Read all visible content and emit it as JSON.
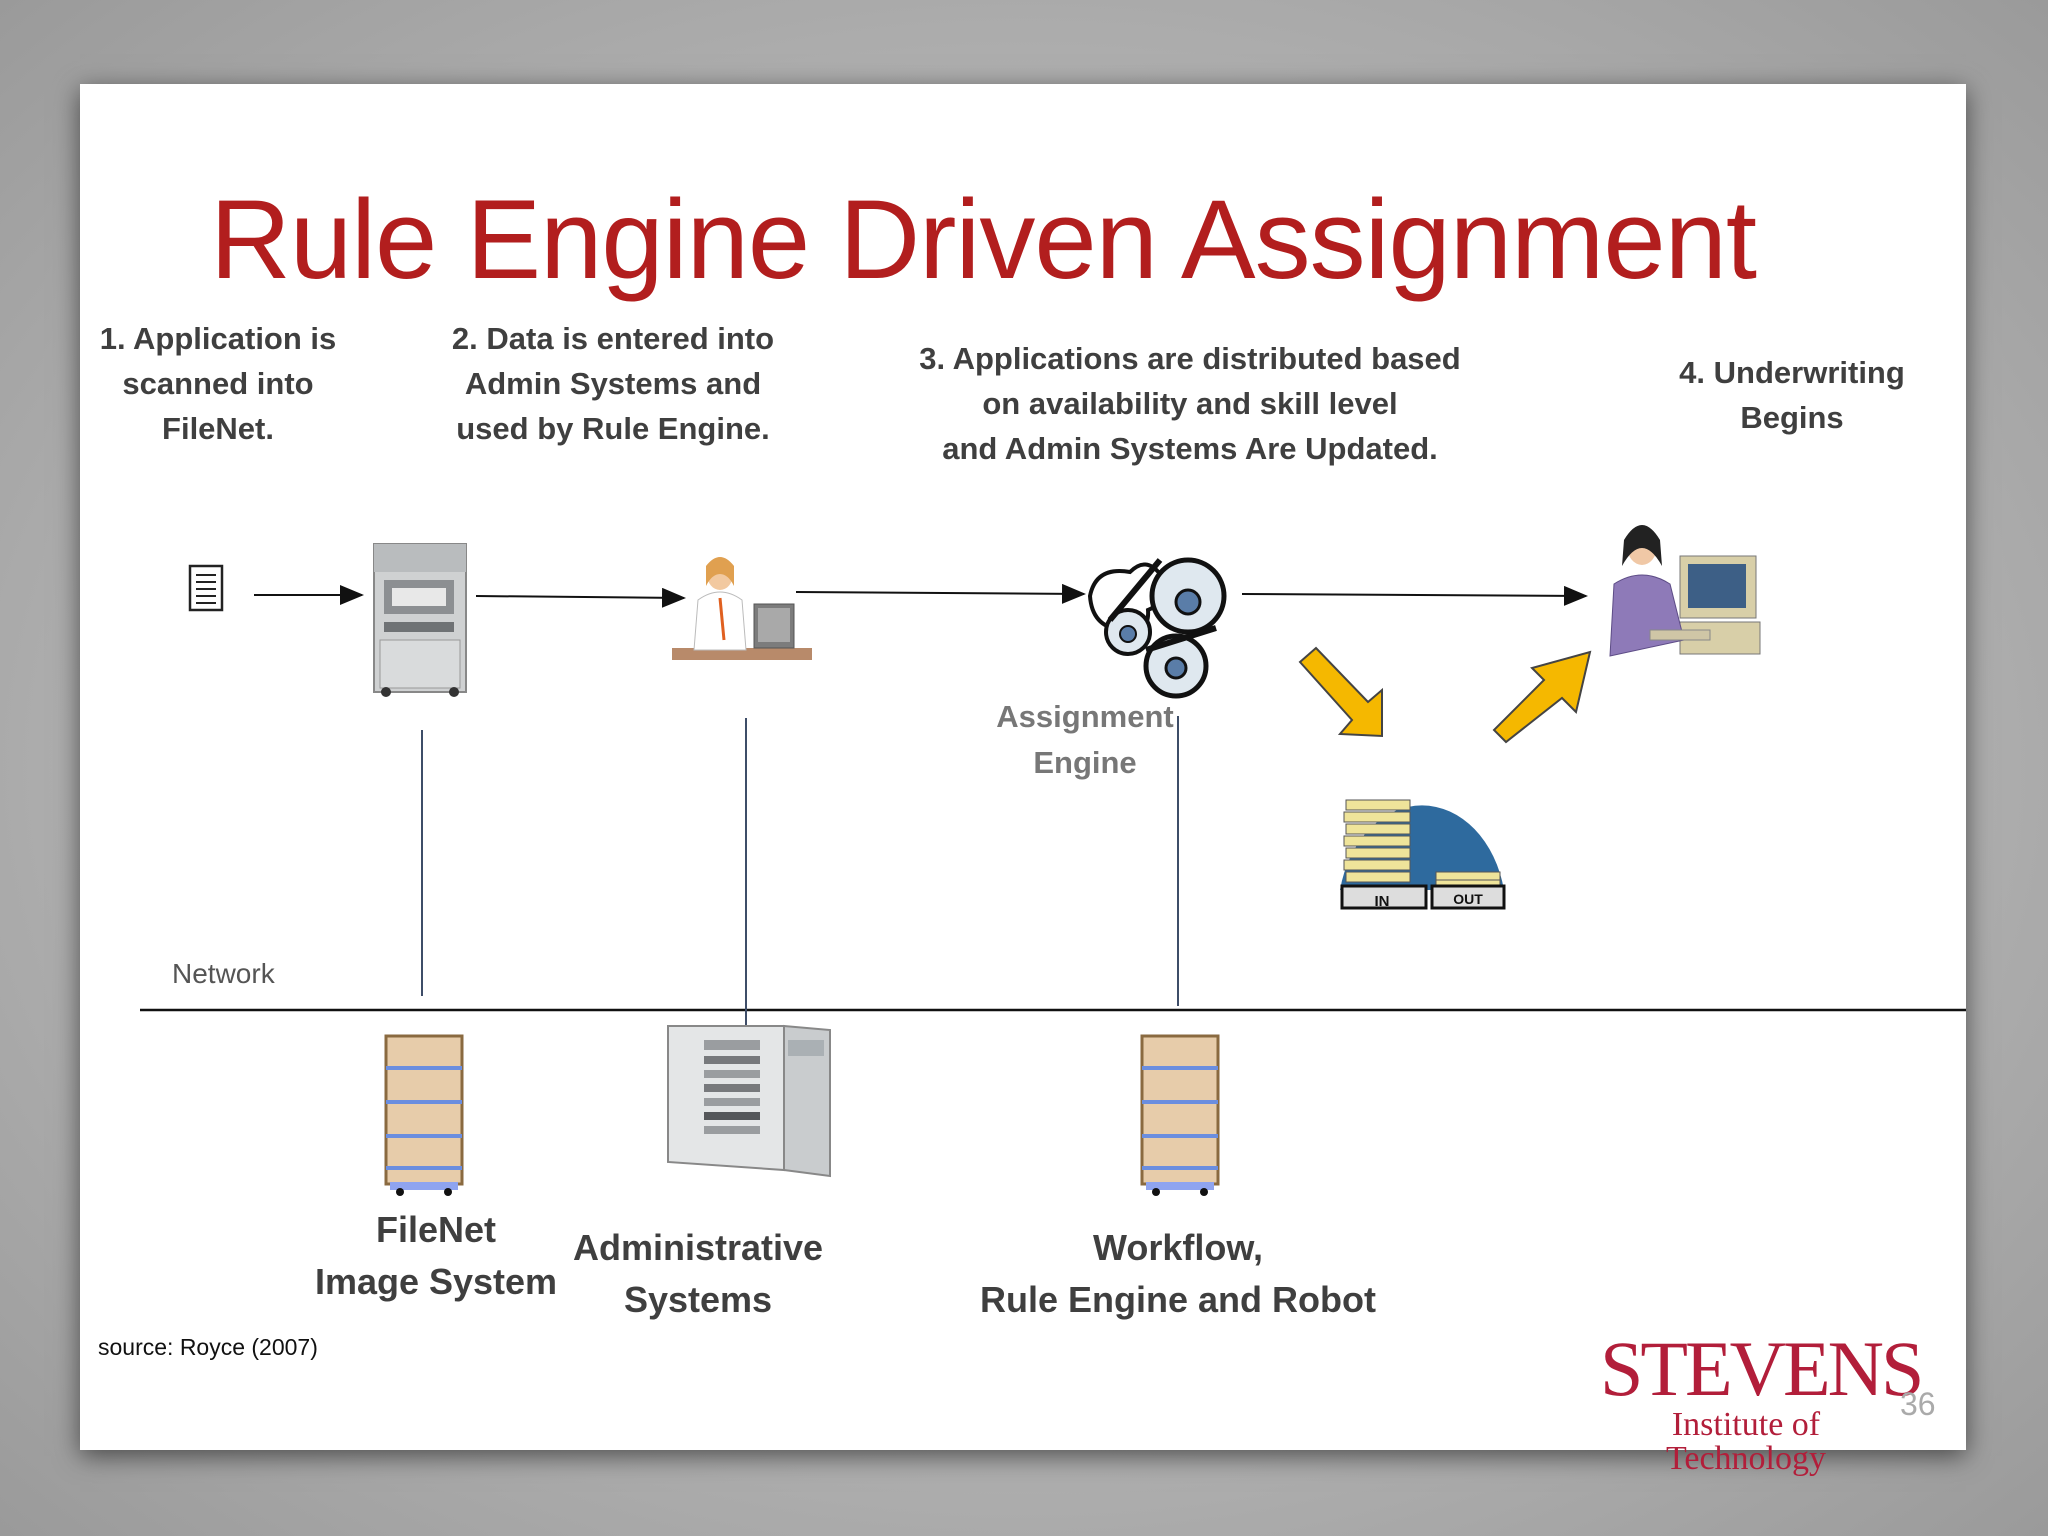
{
  "title": "Rule Engine Driven Assignment",
  "steps": [
    {
      "text": "1. Application is\nscanned  into\nFileNet."
    },
    {
      "text": "2. Data is entered into\nAdmin Systems and\nused by Rule Engine."
    },
    {
      "text": "3. Applications are distributed based\non availability and skill level\nand  Admin Systems Are Updated."
    },
    {
      "text": "4. Underwriting\nBegins"
    }
  ],
  "assignment_engine_label": "Assignment\nEngine",
  "network_label": "Network",
  "servers": [
    {
      "label": "FileNet\nImage System"
    },
    {
      "label": "Administrative\nSystems"
    },
    {
      "label": "Workflow,\nRule Engine and Robot"
    }
  ],
  "inout_tray": {
    "in_label": "IN",
    "out_label": "OUT"
  },
  "source": "source: Royce (2007)",
  "logo": {
    "name": "STEVENS",
    "subtitle": "Institute of Technology"
  },
  "page_number": "36",
  "colors": {
    "title": "#b21e1e",
    "arrow_fill": "#f5b800",
    "globe": "#2e6a9e",
    "logo": "#b21e3a",
    "cabinet": "#e7ccaa"
  }
}
